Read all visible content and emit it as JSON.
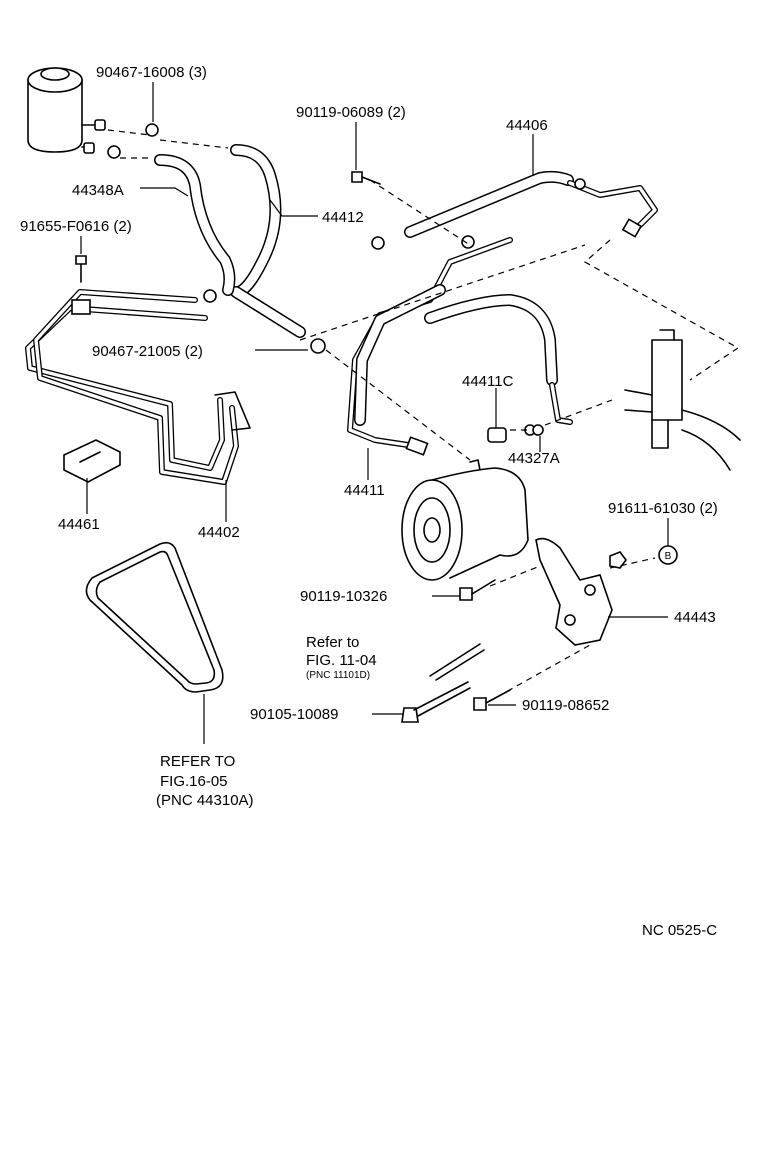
{
  "labels": {
    "p1": "90467-16008 (3)",
    "p2": "90119-06089 (2)",
    "p3": "44406",
    "p4": "44348A",
    "p5": "44412",
    "p6": "91655-F0616 (2)",
    "p7": "90467-21005 (2)",
    "p8": "44411C",
    "p9": "44327A",
    "p10": "44411",
    "p11": "44461",
    "p12": "44402",
    "p13": "91611-61030 (2)",
    "p14": "90119-10326",
    "p15": "44443",
    "p16": "90105-10089",
    "p17": "90119-08652"
  },
  "refs": {
    "engine_line1": "Refer to",
    "engine_line2": "FIG. 11-04",
    "engine_line3": "(PNC 11101D)",
    "belt_line1": "REFER TO",
    "belt_line2": "FIG.16-05",
    "belt_line3": "(PNC  44310A)"
  },
  "marker_b": "B",
  "diagram_code": "NC 0525-C"
}
